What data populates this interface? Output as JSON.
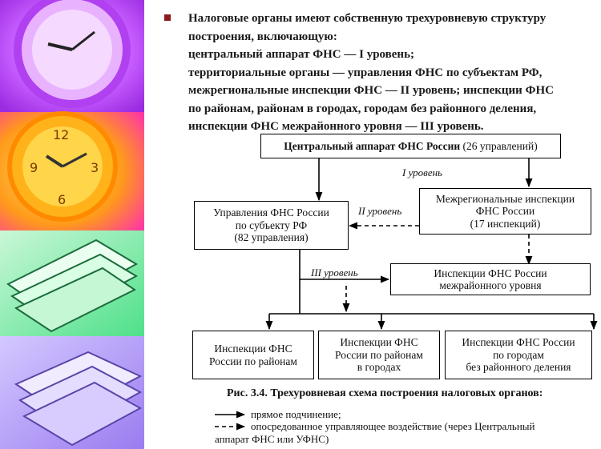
{
  "intro": {
    "lines": [
      "Налоговые органы имеют собственную трехуровневую структуру",
      "построения, включающую:",
      "центральный аппарат ФНС — I уровень;",
      "территориальные органы — управления ФНС по субъектам РФ,",
      "межрегиональные инспекции ФНС — II уровень; инспекции ФНС",
      "по районам, районам в городах, городам без районного деления,",
      "инспекции ФНС межрайонного уровня — III уровень."
    ]
  },
  "diagram": {
    "central": {
      "bold": "Центральный аппарат ФНС России",
      "rest": " (26 управлений)"
    },
    "regional": [
      "Управления ФНС России",
      "по субъекту РФ",
      "(82 управления)"
    ],
    "interregional": [
      "Межрегиональные инспекции",
      "ФНС России",
      "(17 инспекций)"
    ],
    "interdistrict": [
      "Инспекции ФНС России",
      "межрайонного уровня"
    ],
    "by_district": [
      "Инспекции ФНС",
      "России по районам"
    ],
    "by_city_district": [
      "Инспекции ФНС",
      "России по районам",
      "в городах"
    ],
    "by_city": [
      "Инспекции ФНС России",
      "по городам",
      "без районного деления"
    ],
    "level1": "I уровень",
    "level2": "II уровень",
    "level3": "III уровень"
  },
  "caption": "Рис. 3.4. Трехуровневая схема построения налоговых органов:",
  "legend": {
    "solid": "прямое подчинение;",
    "dashed": "опосредованное управляющее воздействие (через Центральный",
    "dashed_cont": "аппарат ФНС или УФНС)"
  },
  "colors": {
    "bullet": "#8b1a1a",
    "line": "#000000"
  },
  "decor": [
    "purple-clock-image",
    "yellow-clock-image",
    "green-books-image",
    "lilac-papers-image"
  ]
}
